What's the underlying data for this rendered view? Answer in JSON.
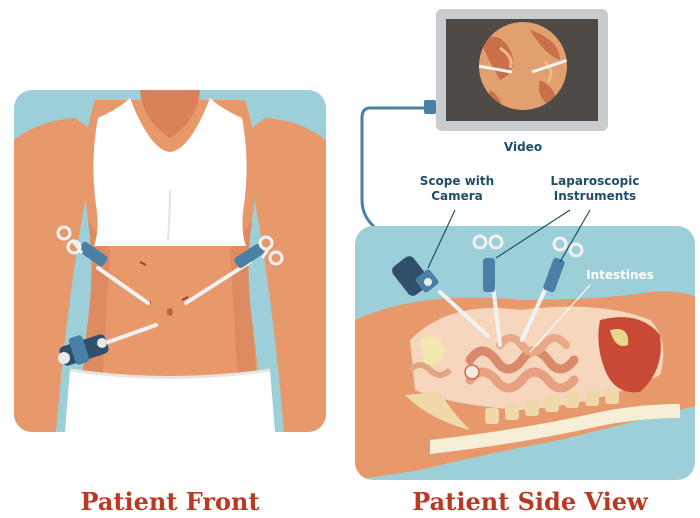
{
  "labels": {
    "video": "Video",
    "scope": "Scope with\nCamera",
    "instruments": "Laparoscopic\nInstruments",
    "intestines": "Intestines"
  },
  "captions": {
    "front": "Patient Front",
    "side": "Patient Side View"
  },
  "colors": {
    "panel_bg": "#9ccfd8",
    "skin": "#e8996c",
    "skin_shadow": "#d9825a",
    "caption": "#b83a22",
    "label": "#1f4e6a",
    "instrument_body": "#4a7fa6"
  }
}
